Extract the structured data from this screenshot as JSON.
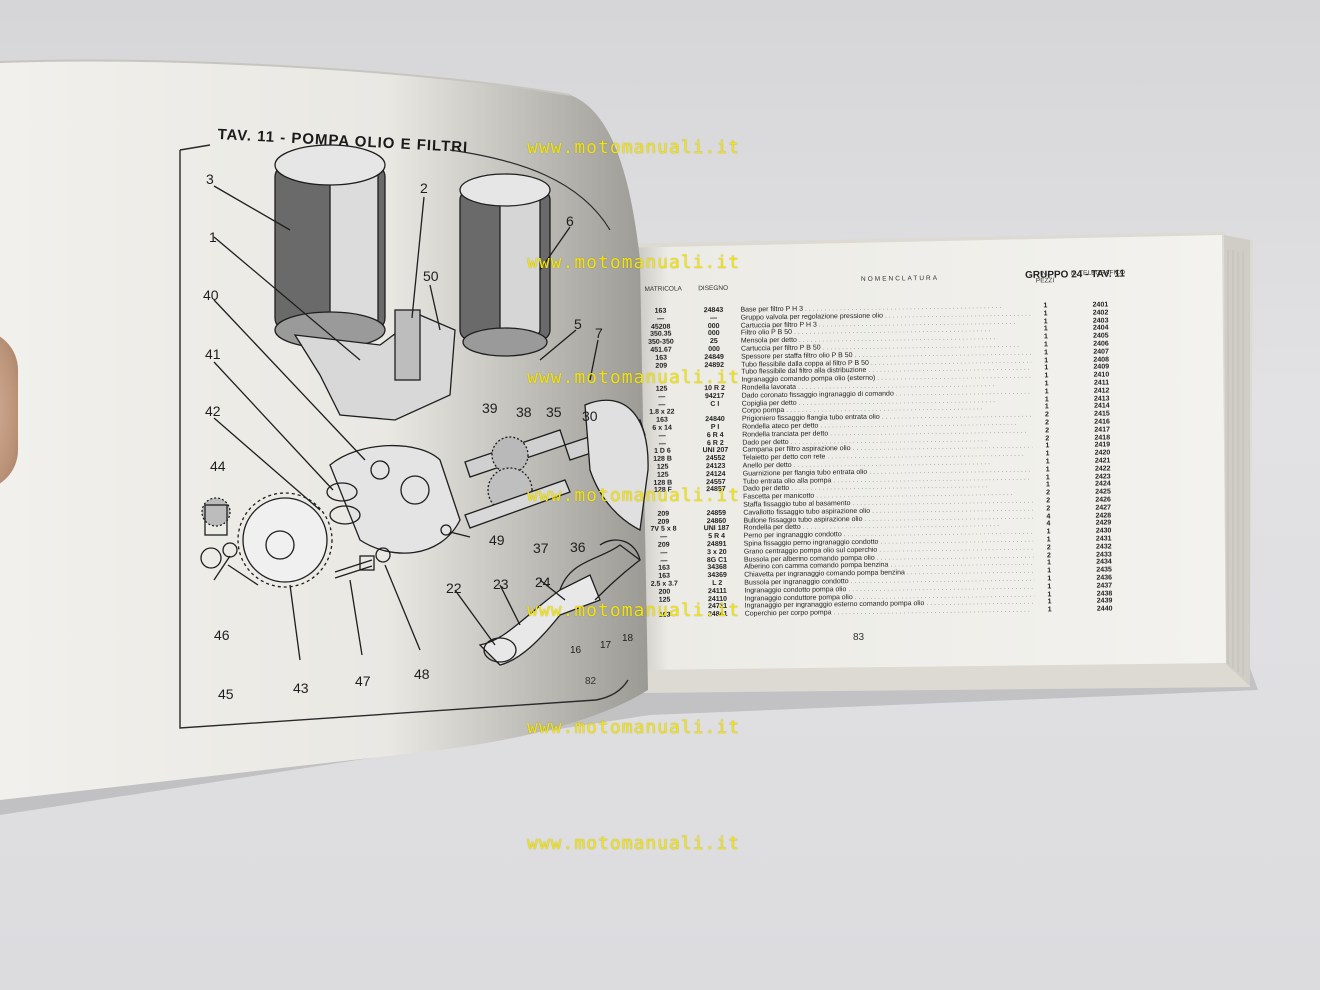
{
  "plate": {
    "title": "TAV. 11 - POMPA OLIO E FILTRI",
    "page_number": "82",
    "part_numbers": [
      "3",
      "2",
      "1",
      "50",
      "40",
      "6",
      "5",
      "7",
      "41",
      "39",
      "38",
      "35",
      "30",
      "42",
      "44",
      "37",
      "36",
      "49",
      "43",
      "47",
      "48",
      "22",
      "23",
      "24",
      "46",
      "45",
      "16",
      "17",
      "18"
    ]
  },
  "table": {
    "group_title": "GRUPPO 24 - TAV. 11",
    "page_number": "83",
    "headers": {
      "matricola": "MATRICOLA",
      "disegno": "DISEGNO",
      "nomenclatura": "NOMENCLATURA",
      "pezzi": "N. PEZZI",
      "telegrafico": "N. TELEGRAFICO"
    },
    "rows": [
      {
        "m": "163",
        "d": "24843",
        "n": "Base per filtro P H 3",
        "p": "1",
        "t": "2401"
      },
      {
        "m": "—",
        "d": "—",
        "n": "Gruppo valvola per regolazione pressione olio",
        "p": "1",
        "t": "2402"
      },
      {
        "m": "45208",
        "d": "000",
        "n": "Cartuccia per filtro P H 3",
        "p": "1",
        "t": "2403"
      },
      {
        "m": "350.35",
        "d": "000",
        "n": "Filtro olio P B 50",
        "p": "1",
        "t": "2404"
      },
      {
        "m": "350-350",
        "d": "25",
        "n": "Mensola per detto",
        "p": "1",
        "t": "2405"
      },
      {
        "m": "451.67",
        "d": "000",
        "n": "Cartuccia per filtro P B 50",
        "p": "1",
        "t": "2406"
      },
      {
        "m": "163",
        "d": "24849",
        "n": "Spessore per staffa filtro olio P B 50",
        "p": "1",
        "t": "2407"
      },
      {
        "m": "209",
        "d": "24892",
        "n": "Tubo flessibile dalla coppa al filtro P B 50",
        "p": "1",
        "t": "2408"
      },
      {
        "m": "",
        "d": "",
        "n": "Tubo flessibile dal filtro alla distribuzione",
        "p": "1",
        "t": "2409"
      },
      {
        "m": "",
        "d": "",
        "n": "Ingranaggio comando pompa olio (esterno)",
        "p": "1",
        "t": "2410"
      },
      {
        "m": "125",
        "d": "10 R 2",
        "n": "Rondella lavorata",
        "p": "1",
        "t": "2411"
      },
      {
        "m": "—",
        "d": "94217",
        "n": "Dado coronato fissaggio ingranaggio di comando",
        "p": "1",
        "t": "2412"
      },
      {
        "m": "—",
        "d": "C I",
        "n": "Copiglia per detto",
        "p": "1",
        "t": "2413"
      },
      {
        "m": "1.8 x 22",
        "d": "",
        "n": "Corpo pompa",
        "p": "1",
        "t": "2414"
      },
      {
        "m": "163",
        "d": "24840",
        "n": "Prigioniero fissaggio flangia tubo entrata olio",
        "p": "2",
        "t": "2415"
      },
      {
        "m": "6 x 14",
        "d": "P I",
        "n": "Rondella ateco per detto",
        "p": "2",
        "t": "2416"
      },
      {
        "m": "—",
        "d": "6 R 4",
        "n": "Rondella tranciata per detto",
        "p": "2",
        "t": "2417"
      },
      {
        "m": "—",
        "d": "6 R 2",
        "n": "Dado per detto",
        "p": "2",
        "t": "2418"
      },
      {
        "m": "1 D 6",
        "d": "UNI 207",
        "n": "Campana per filtro aspirazione olio",
        "p": "1",
        "t": "2419"
      },
      {
        "m": "128 B",
        "d": "24552",
        "n": "Telaietto per detto con rete",
        "p": "1",
        "t": "2420"
      },
      {
        "m": "125",
        "d": "24123",
        "n": "Anello per detto",
        "p": "1",
        "t": "2421"
      },
      {
        "m": "125",
        "d": "24124",
        "n": "Guarnizione per flangia tubo entrata olio",
        "p": "1",
        "t": "2422"
      },
      {
        "m": "128 B",
        "d": "24557",
        "n": "Tubo entrata olio alla pompa",
        "p": "1",
        "t": "2423"
      },
      {
        "m": "128 F",
        "d": "24857",
        "n": "Dado per detto",
        "p": "1",
        "t": "2424"
      },
      {
        "m": "",
        "d": "",
        "n": "Fascetta per manicotto",
        "p": "2",
        "t": "2425"
      },
      {
        "m": "",
        "d": "",
        "n": "Staffa fissaggio tubo al basamento",
        "p": "2",
        "t": "2426"
      },
      {
        "m": "209",
        "d": "24859",
        "n": "Cavallotto fissaggio tubo aspirazione olio",
        "p": "2",
        "t": "2427"
      },
      {
        "m": "209",
        "d": "24860",
        "n": "Bullone fissaggio tubo aspirazione olio",
        "p": "4",
        "t": "2428"
      },
      {
        "m": "7V 5 x 8",
        "d": "UNI 187",
        "n": "Rondella per detto",
        "p": "4",
        "t": "2429"
      },
      {
        "m": "—",
        "d": "5 R 4",
        "n": "Perno per ingranaggio condotto",
        "p": "1",
        "t": "2430"
      },
      {
        "m": "209",
        "d": "24891",
        "n": "Spina fissaggio perno ingranaggio condotto",
        "p": "1",
        "t": "2431"
      },
      {
        "m": "—",
        "d": "3 x 20",
        "n": "Grano centraggio pompa olio sul coperchio",
        "p": "2",
        "t": "2432"
      },
      {
        "m": "—",
        "d": "8G C1",
        "n": "Bussola per alberino comando pompa olio",
        "p": "2",
        "t": "2433"
      },
      {
        "m": "163",
        "d": "34368",
        "n": "Alberino con camma comando pompa benzina",
        "p": "1",
        "t": "2434"
      },
      {
        "m": "163",
        "d": "34369",
        "n": "Chiavetta per ingranaggio comando pompa benzina",
        "p": "1",
        "t": "2435"
      },
      {
        "m": "2.5 x 3.7",
        "d": "L 2",
        "n": "Bussola per ingranaggio condotto",
        "p": "1",
        "t": "2436"
      },
      {
        "m": "200",
        "d": "24111",
        "n": "Ingranaggio condotto pompa olio",
        "p": "1",
        "t": "2437"
      },
      {
        "m": "125",
        "d": "24110",
        "n": "Ingranaggio conduttore pompa olio",
        "p": "1",
        "t": "2438"
      },
      {
        "m": "",
        "d": "24711",
        "n": "Ingranaggio per ingranaggio esterno comando pompa olio",
        "p": "1",
        "t": "2439"
      },
      {
        "m": "163",
        "d": "24841",
        "n": "Coperchio per corpo pompa",
        "p": "1",
        "t": "2440"
      }
    ]
  },
  "watermark": {
    "text": "www.motomanuali.it",
    "color": "#f2e40a"
  },
  "colors": {
    "background": "#dedee0",
    "paper": "#f4f3ef",
    "ink": "#1e1e1e"
  }
}
